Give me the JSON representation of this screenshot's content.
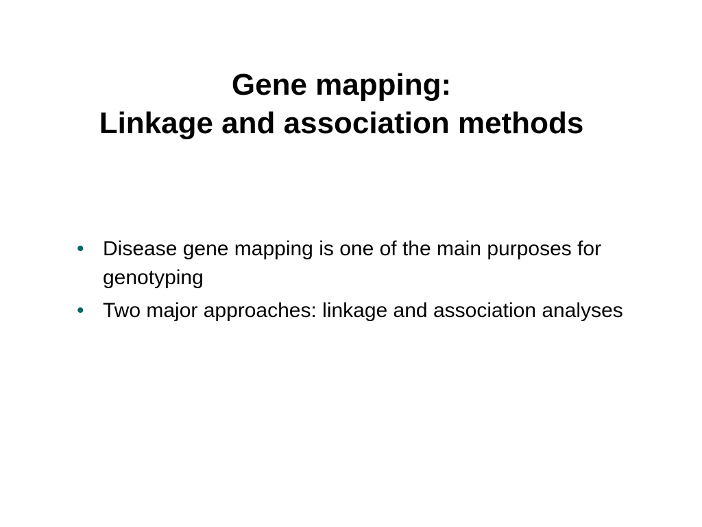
{
  "slide": {
    "title_lines": [
      "Gene mapping:",
      "Linkage and association methods"
    ],
    "bullets": [
      {
        "text": "Disease gene mapping is one of the main purposes for genotyping"
      },
      {
        "text": "Two major approaches: linkage and association analyses"
      }
    ],
    "bullet_symbol": "•",
    "colors": {
      "bullet": "#006666",
      "text": "#000000",
      "background": "#ffffff"
    }
  }
}
